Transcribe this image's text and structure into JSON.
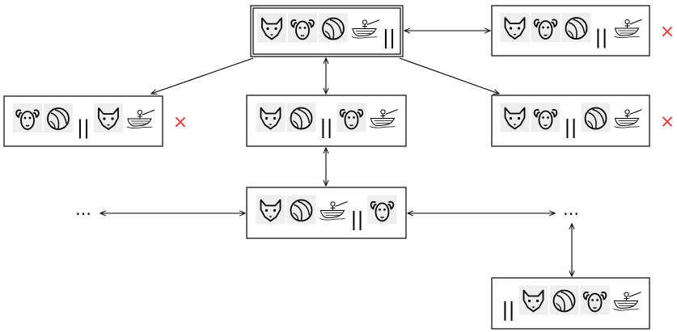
{
  "diagram": {
    "divider_glyph": "||",
    "ellipsis": "…",
    "invalid_mark": "×",
    "colors": {
      "stroke": "#000000",
      "invalid_mark": "#e53935",
      "icon_bg": "#eeeeee"
    },
    "states": [
      {
        "id": "start",
        "left": [
          "wolf",
          "goat",
          "cabbage",
          "boat"
        ],
        "right": [],
        "valid": true,
        "double_border": true
      },
      {
        "id": "top-right",
        "left": [
          "wolf",
          "goat",
          "cabbage"
        ],
        "right": [
          "boat"
        ],
        "valid": false
      },
      {
        "id": "mid-left",
        "left": [
          "goat",
          "cabbage"
        ],
        "right": [
          "wolf",
          "boat"
        ],
        "valid": false
      },
      {
        "id": "mid-center",
        "left": [
          "wolf",
          "cabbage"
        ],
        "right": [
          "goat",
          "boat"
        ],
        "valid": true
      },
      {
        "id": "mid-right",
        "left": [
          "wolf",
          "goat"
        ],
        "right": [
          "cabbage",
          "boat"
        ],
        "valid": false
      },
      {
        "id": "bottom-center",
        "left": [
          "wolf",
          "cabbage",
          "boat"
        ],
        "right": [
          "goat"
        ],
        "valid": true
      },
      {
        "id": "goal",
        "left": [],
        "right": [
          "wolf",
          "cabbage",
          "goat",
          "boat"
        ],
        "valid": true
      }
    ],
    "ellipsis_nodes": [
      "left-ellipsis",
      "right-ellipsis"
    ]
  }
}
